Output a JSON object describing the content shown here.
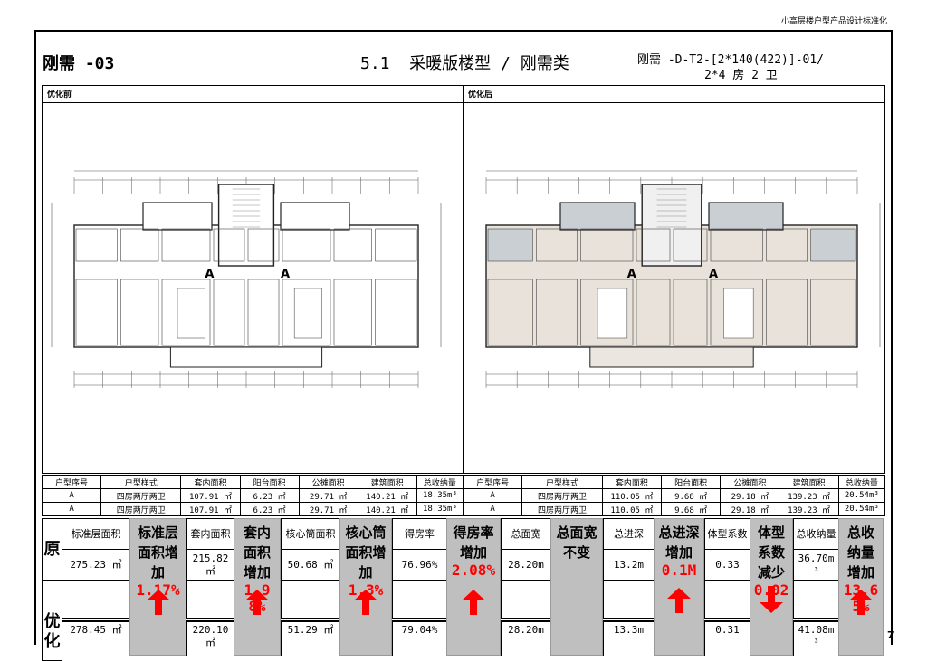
{
  "header": {
    "doc_title": "小高层楼户型产品设计标准化",
    "sheet_id": "刚需 -03",
    "section_title": "5.1  采暖版楼型 / 刚需类",
    "type_code_line1": "刚需 -D-T2-[2*140(422)]-01/",
    "type_code_line2": "2*4 房 2 卫",
    "page_number": "7"
  },
  "panels": {
    "before": {
      "label": "优化前",
      "unit_marks": [
        "A",
        "A"
      ]
    },
    "after": {
      "label": "优化后",
      "unit_marks": [
        "A",
        "A"
      ]
    }
  },
  "spec_tables": {
    "columns": [
      "户型序号",
      "户型样式",
      "套内面积",
      "阳台面积",
      "公摊面积",
      "建筑面积",
      "总收纳量"
    ],
    "before_rows": [
      [
        "A",
        "四房两厅两卫",
        "107.91 ㎡",
        "6.23 ㎡",
        "29.71 ㎡",
        "140.21 ㎡",
        "18.35m³"
      ],
      [
        "A",
        "四房两厅两卫",
        "107.91 ㎡",
        "6.23 ㎡",
        "29.71 ㎡",
        "140.21 ㎡",
        "18.35m³"
      ]
    ],
    "after_rows": [
      [
        "A",
        "四房两厅两卫",
        "110.05 ㎡",
        "9.68 ㎡",
        "29.18 ㎡",
        "139.23 ㎡",
        "20.54m³"
      ],
      [
        "A",
        "四房两厅两卫",
        "110.05 ㎡",
        "9.68 ㎡",
        "29.18 ㎡",
        "139.23 ㎡",
        "20.54m³"
      ]
    ]
  },
  "comparison": {
    "row_original": "原",
    "row_optimized": "优化",
    "metrics": [
      {
        "label": "标准层面积",
        "original": "275.23 ㎡",
        "optimized": "278.45 ㎡",
        "change_label": "标准层面积增加",
        "change_value": "1.17%",
        "direction": "up"
      },
      {
        "label": "套内面积",
        "original": "215.82 ㎡",
        "optimized": "220.10 ㎡",
        "change_label": "套内面积增加",
        "change_value": "1.98%",
        "direction": "up"
      },
      {
        "label": "核心筒面积",
        "original": "50.68 ㎡",
        "optimized": "51.29 ㎡",
        "change_label": "核心筒面积增加",
        "change_value": "1.3%",
        "direction": "up"
      },
      {
        "label": "得房率",
        "original": "76.96%",
        "optimized": "79.04%",
        "change_label": "得房率增加",
        "change_value": "2.08%",
        "direction": "up"
      },
      {
        "label": "总面宽",
        "original": "28.20m",
        "optimized": "28.20m",
        "change_label": "总面宽不变",
        "change_value": "",
        "direction": "none"
      },
      {
        "label": "总进深",
        "original": "13.2m",
        "optimized": "13.3m",
        "change_label": "总进深增加",
        "change_value": "0.1M",
        "direction": "up"
      },
      {
        "label": "体型系数",
        "original": "0.33",
        "optimized": "0.31",
        "change_label": "体型系数减少",
        "change_value": "0.02",
        "direction": "down"
      },
      {
        "label": "总收纳量",
        "original": "36.70m³",
        "optimized": "41.08m³",
        "change_label": "总收纳量增加",
        "change_value": "13.65%",
        "direction": "up"
      }
    ],
    "arrow_color": "#ff0000",
    "highlight_color": "#bfbfbf"
  }
}
